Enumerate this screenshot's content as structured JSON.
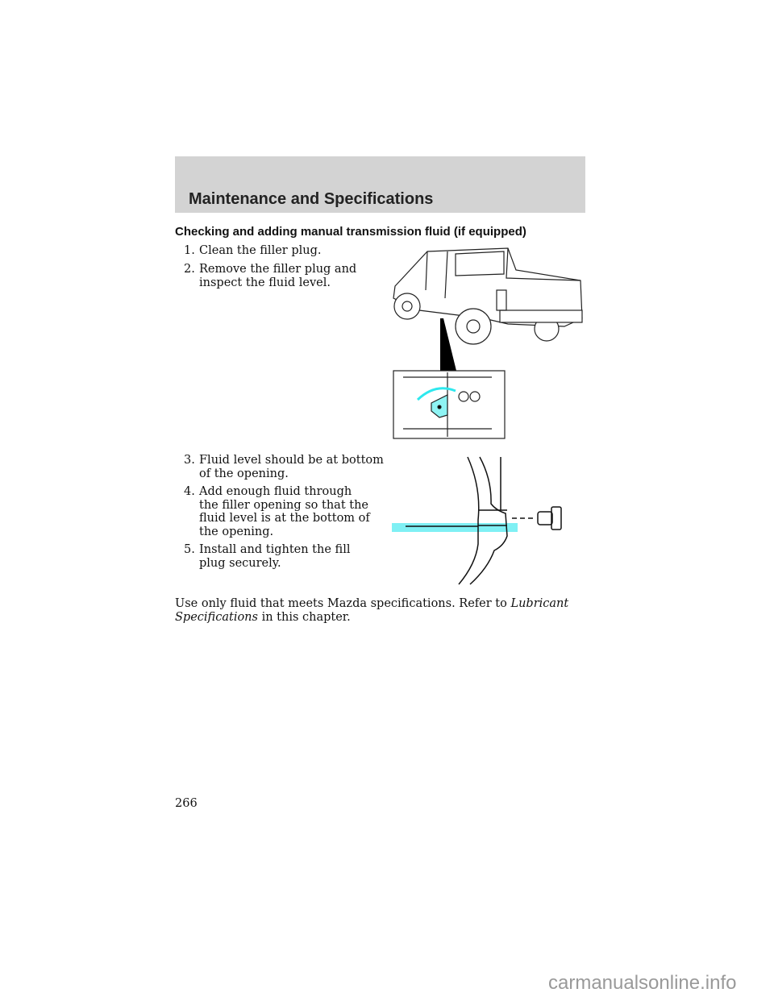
{
  "header": {
    "title": "Maintenance and Specifications"
  },
  "section": {
    "heading": "Checking and adding manual transmission fluid (if equipped)"
  },
  "steps": [
    {
      "num": "1.",
      "text": "Clean the filler plug."
    },
    {
      "num": "2.",
      "text": "Remove the filler plug and inspect the fluid level."
    },
    {
      "num": "3.",
      "text": "Fluid level should be at bottom of the opening."
    },
    {
      "num": "4.",
      "text": "Add enough fluid through the filler opening so that the fluid level is at the bottom of the opening."
    },
    {
      "num": "5.",
      "text": "Install and tighten the fill plug securely."
    }
  ],
  "note": {
    "before": "Use only fluid that meets Mazda specifications. Refer to ",
    "link": "Lubricant Specifications",
    "after": " in this chapter."
  },
  "page_number": "266",
  "watermark": "carmanualsonline.info",
  "colors": {
    "header_bg": "#d3d3d3",
    "highlight": "#7ff0f4"
  }
}
